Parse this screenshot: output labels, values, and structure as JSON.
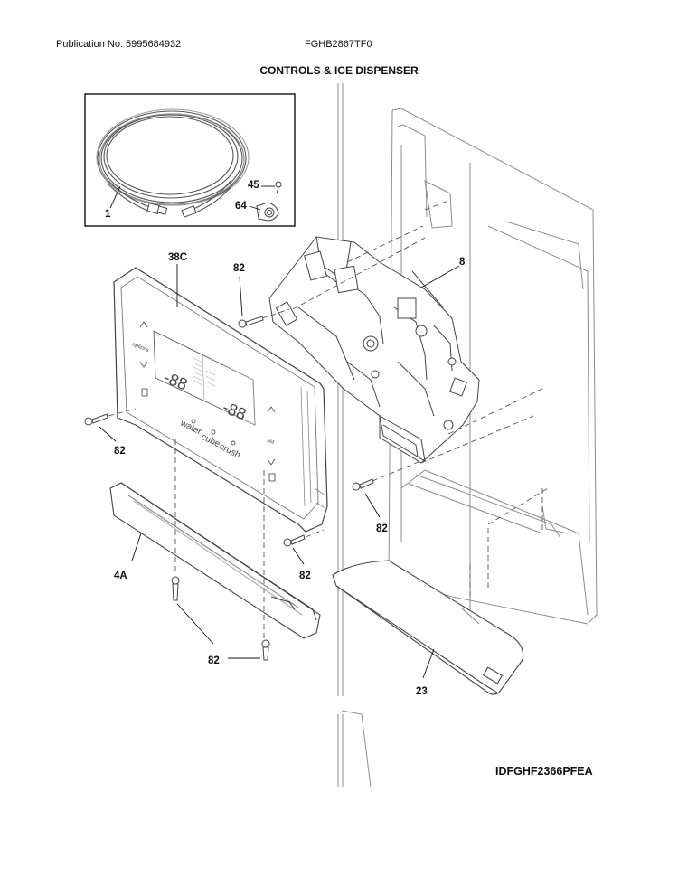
{
  "header": {
    "publication": "Publication No: 5995684932",
    "model": "FGHB2867TF0",
    "title": "CONTROLS & ICE DISPENSER"
  },
  "diagram_code": "IDFGHF2366PFEA",
  "callouts": {
    "tubing": "1",
    "screw_small": "45",
    "clamp": "64",
    "control_panel": "38C",
    "dispenser_housing": "8",
    "trim": "4A",
    "drip_tray": "23",
    "screw": "82"
  },
  "panel_display": {
    "digits_left": "-88",
    "digits_right": "-88",
    "button_water": "water",
    "button_cube": "cube",
    "button_crush": "crush",
    "label_options": "options",
    "label_set": "set"
  }
}
